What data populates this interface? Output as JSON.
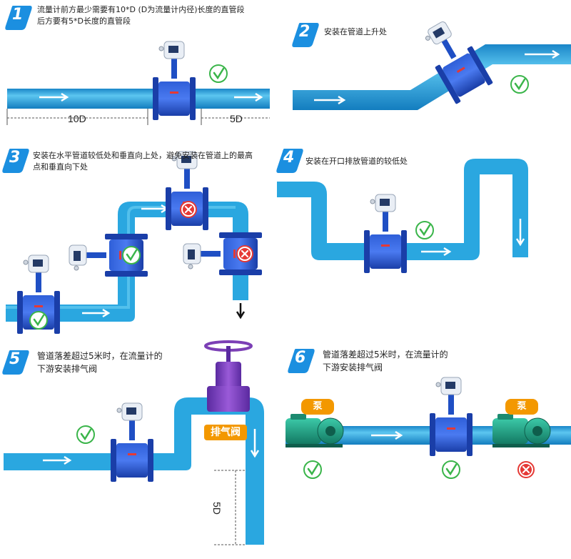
{
  "steps": [
    {
      "num": "1",
      "line1": "流量计前方最少需要有10*D (D为流量计内径)长度的直管段",
      "line2": "后方要有5*D长度的直管段"
    },
    {
      "num": "2",
      "line1": "安装在管道上升处"
    },
    {
      "num": "3",
      "line1": "安装在水平管道较低处和垂直向上处，避免安装在管道上的最高",
      "line2": "点和垂直向下处"
    },
    {
      "num": "4",
      "line1": "安装在开口排放管道的较低处"
    },
    {
      "num": "5",
      "line1": "管道落差超过5米时，在流量计的",
      "line2": "下游安装排气阀"
    },
    {
      "num": "6",
      "line1": "管道落差超过5米时，在流量计的",
      "line2": "下游安装排气阀"
    }
  ],
  "dimensions": {
    "upstream": "10D",
    "downstream": "5D",
    "drop": "5D"
  },
  "labels": {
    "exhaust_valve": "排气阀",
    "pump_left": "泵",
    "pump_right": "泵"
  },
  "colors": {
    "pipe": "#2aa7e0",
    "pipe_dark": "#1277b8",
    "meter": "#1f4fc4",
    "ok": "#3ab54a",
    "bad": "#e53935",
    "badge": "#1b8fe0",
    "pump": "#f39800",
    "valve": "#7b3fb5"
  }
}
